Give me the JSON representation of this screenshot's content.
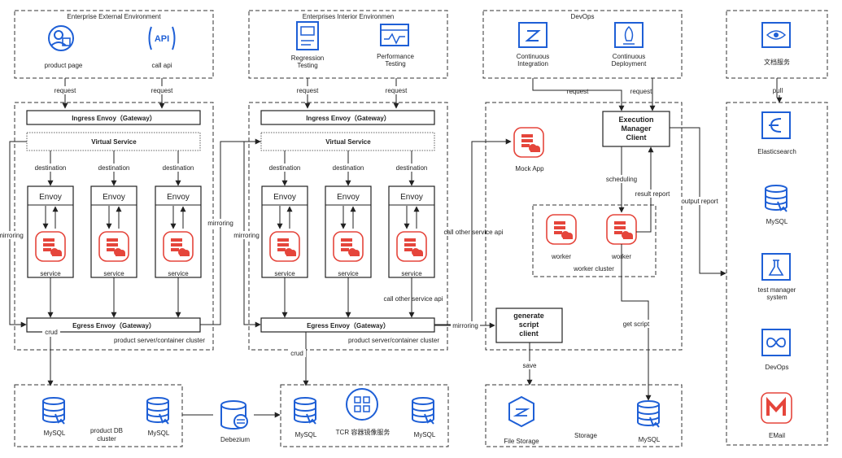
{
  "colors": {
    "accent_blue": "#1e5fd6",
    "service_red": "#e5453b",
    "line": "#222222"
  },
  "external": {
    "title": "Enterprise External Environment",
    "product_page": "product page",
    "call_api": "call api"
  },
  "interior": {
    "title": "Enterprises Interior Environmen",
    "regression": [
      "Regression",
      "Testing"
    ],
    "performance": [
      "Performance",
      "Testing"
    ]
  },
  "devops": {
    "title": "DevOps",
    "ci": [
      "Continuous",
      "Integration"
    ],
    "cd": [
      "Continuous",
      "Deployment"
    ]
  },
  "docs": {
    "label": "文档服务"
  },
  "labels": {
    "request": "request",
    "pull": "pull",
    "destination": "destination",
    "mirroring": "mirroring",
    "crud": "crud",
    "save": "save",
    "scheduling": "scheduling",
    "result_report": "result report",
    "output_report": "output report",
    "get_script": "get script",
    "call_other_service_api": "call other service api"
  },
  "cluster1": {
    "ingress": "Ingress Envoy（Gateway）",
    "virtual_service": "Virtual Service",
    "envoy": "Envoy",
    "service": "service",
    "egress": "Egress Envoy（Gateway）",
    "footer": "product server/container cluster"
  },
  "cluster2": {
    "ingress": "Ingress Envoy（Gateway）",
    "virtual_service": "Virtual Service",
    "envoy": "Envoy",
    "service": "service",
    "egress": "Egress Envoy（Gateway）",
    "footer": "product server/container cluster"
  },
  "testing_platform": {
    "mock_app": "Mock App",
    "execution_manager": [
      "Execution",
      "Manager",
      "Client"
    ],
    "worker": "worker",
    "worker_cluster": "worker cluster",
    "generate_script": [
      "generate",
      "script",
      "client"
    ]
  },
  "db_cluster": {
    "mysql": "MySQL",
    "label": [
      "product DB",
      "cluster"
    ]
  },
  "debezium": "Debezium",
  "tcr": {
    "mysql": "MySQL",
    "label": "TCR 容器镜像服务"
  },
  "storage": {
    "file_storage": "File Storage",
    "label": "Storage",
    "mysql": "MySQL"
  },
  "services": {
    "elasticsearch": "Elasticsearch",
    "mysql": "MySQL",
    "test_manager": [
      "test manager",
      "system"
    ],
    "devops": "DevOps",
    "email": "EMail"
  }
}
